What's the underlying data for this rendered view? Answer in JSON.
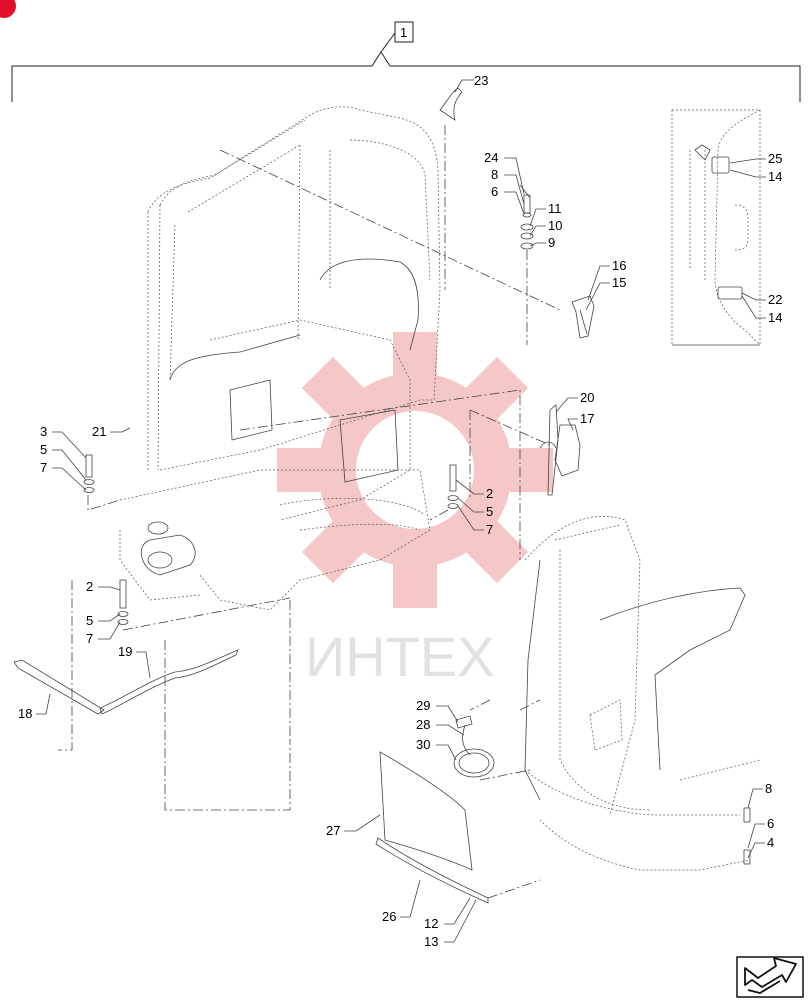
{
  "assembly_label": "1",
  "watermark": {
    "text": "ИНТЕХ",
    "color": "#e88a8a"
  },
  "accent_color": "#e0102a",
  "callouts": {
    "c2a": "2",
    "c2b": "2",
    "c3": "3",
    "c4": "4",
    "c5a": "5",
    "c5b": "5",
    "c5c": "5",
    "c6a": "6",
    "c6b": "6",
    "c7a": "7",
    "c7b": "7",
    "c7c": "7",
    "c8a": "8",
    "c8b": "8",
    "c9": "9",
    "c10": "10",
    "c11": "11",
    "c12": "12",
    "c13": "13",
    "c14a": "14",
    "c14b": "14",
    "c15": "15",
    "c16": "16",
    "c17": "17",
    "c18": "18",
    "c19": "19",
    "c20": "20",
    "c21": "21",
    "c22": "22",
    "c23": "23",
    "c24": "24",
    "c25": "25",
    "c26": "26",
    "c27": "27",
    "c28": "28",
    "c29": "29",
    "c30": "30"
  },
  "nav_icon": "next-page-arrow-icon"
}
